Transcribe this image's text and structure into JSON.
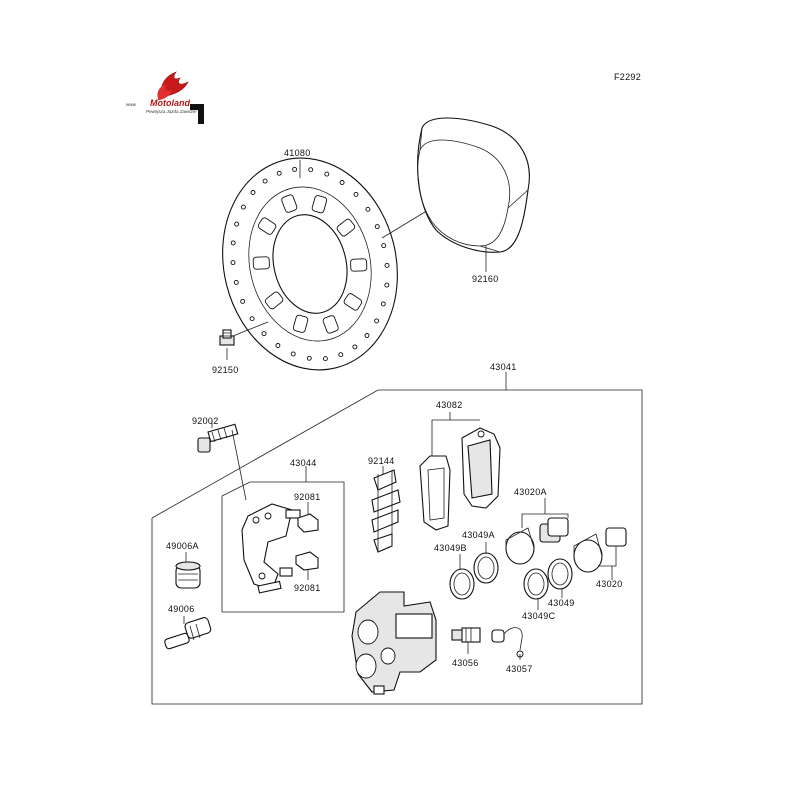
{
  "figure_code": "F2292",
  "logo": {
    "brand": "Motoland",
    "prefix": "www.",
    "tagline": "Pewnjsza Jazda Zawsze!"
  },
  "parts": [
    {
      "id": "p41080",
      "label": "41080"
    },
    {
      "id": "p92160",
      "label": "92160"
    },
    {
      "id": "p92150",
      "label": "92150"
    },
    {
      "id": "p43041",
      "label": "43041"
    },
    {
      "id": "p43082",
      "label": "43082"
    },
    {
      "id": "p92002",
      "label": "92002"
    },
    {
      "id": "p43044",
      "label": "43044"
    },
    {
      "id": "p92144",
      "label": "92144"
    },
    {
      "id": "p92081a",
      "label": "92081"
    },
    {
      "id": "p92081b",
      "label": "92081"
    },
    {
      "id": "p43020A",
      "label": "43020A"
    },
    {
      "id": "p43049A",
      "label": "43049A"
    },
    {
      "id": "p43049B",
      "label": "43049B"
    },
    {
      "id": "p49006A",
      "label": "49006A"
    },
    {
      "id": "p43020",
      "label": "43020"
    },
    {
      "id": "p43049",
      "label": "43049"
    },
    {
      "id": "p43049C",
      "label": "43049C"
    },
    {
      "id": "p49006",
      "label": "49006"
    },
    {
      "id": "p43056",
      "label": "43056"
    },
    {
      "id": "p43057",
      "label": "43057"
    }
  ]
}
